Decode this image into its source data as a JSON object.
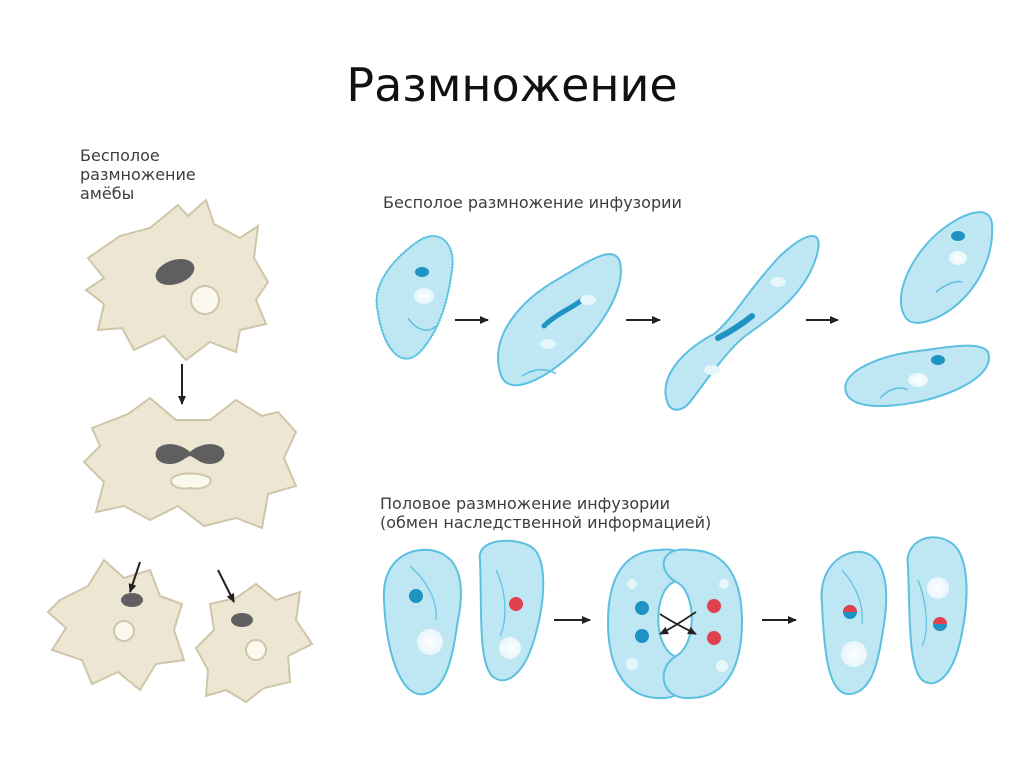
{
  "slide": {
    "title": "Размножение"
  },
  "captions": {
    "amoeba": "Бесполое\nразмножение\nамёбы",
    "ciliate_asexual": "Бесполое размножение инфузории",
    "ciliate_sexual": "Половое размножение инфузории\n(обмен наследственной информацией)"
  },
  "colors": {
    "amoeba_body": "#ece6d2",
    "amoeba_edge": "#cfc6aa",
    "amoeba_nucleus": "#5f5f5f",
    "ciliate_body": "#bfe6f3",
    "ciliate_edge": "#5cc0e0",
    "nucleus_blue": "#1f93c2",
    "nucleus_red": "#e0404f",
    "arrow": "#222222"
  }
}
